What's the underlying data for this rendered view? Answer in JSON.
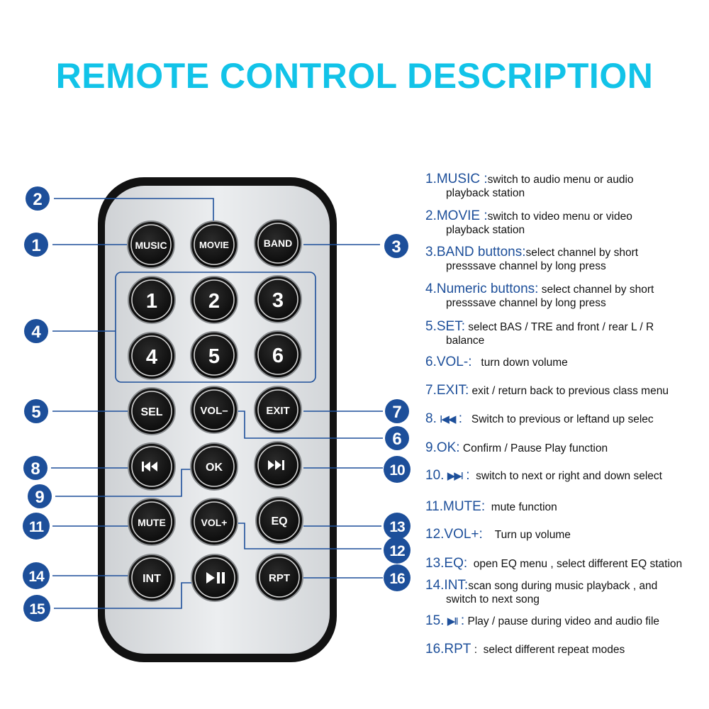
{
  "title": "REMOTE CONTROL DESCRIPTION",
  "buttons": {
    "music": "MUSIC",
    "movie": "MOVIE",
    "band": "BAND",
    "n1": "1",
    "n2": "2",
    "n3": "3",
    "n4": "4",
    "n5": "5",
    "n6": "6",
    "sel": "SEL",
    "vol_minus": "VOL–",
    "exit": "EXIT",
    "prev_icon": "prev-track-icon",
    "ok": "OK",
    "next_icon": "next-track-icon",
    "mute": "MUTE",
    "vol_plus": "VOL+",
    "eq": "EQ",
    "int": "INT",
    "play_pause_icon": "play-pause-icon",
    "rpt": "RPT"
  },
  "callouts": [
    "1",
    "2",
    "3",
    "4",
    "5",
    "6",
    "7",
    "8",
    "9",
    "10",
    "11",
    "12",
    "13",
    "14",
    "15",
    "16"
  ],
  "colors": {
    "title": "#12c3e8",
    "callout": "#1d4f9a",
    "remote_body": "#e2e4e6",
    "button": "#0e0e0e"
  },
  "descriptions": [
    {
      "key": "1.MUSIC :",
      "text": "switch to audio menu or audio",
      "cont": "playback station"
    },
    {
      "key": "2.MOVIE :",
      "text": "switch to video menu or video",
      "cont": "playback station"
    },
    {
      "key": "3.BAND buttons:",
      "text": "select channel by short",
      "cont": "presssave channel by long press"
    },
    {
      "key": "4.Numeric buttons:",
      "text": " select channel by short",
      "cont": "presssave channel by long press"
    },
    {
      "key": "5.SET:",
      "text": " select BAS / TRE and front / rear L / R",
      "cont": "balance"
    },
    {
      "key": "6.VOL-:",
      "text": "   turn down volume"
    },
    {
      "key": "7.EXIT:",
      "text": " exit / return back to previous class menu"
    },
    {
      "key": "8.",
      "glyph": "I◀◀",
      "sep": " :",
      "text": "   Switch to previous or leftand up selec"
    },
    {
      "key": "9.OK:",
      "text": " Confirm / Pause Play function"
    },
    {
      "key": "10.",
      "glyph": "▶▶I",
      "sep": " :",
      "text": "  switch to next or right and down select"
    },
    {
      "key": "11.MUTE:",
      "text": "  mute function"
    },
    {
      "key": "12.VOL+:",
      "text": "    Turn up volume"
    },
    {
      "key": "13.EQ:",
      "text": "  open EQ menu , select different EQ station"
    },
    {
      "key": "14.INT:",
      "text": "scan song during music playback , and",
      "cont": "switch to next song"
    },
    {
      "key": "15.",
      "glyph": "▶II",
      "sep": " :",
      "text": " Play / pause during video and audio file"
    },
    {
      "key": "16.RPT",
      "sep": " :",
      "text": "  select different repeat modes"
    }
  ]
}
